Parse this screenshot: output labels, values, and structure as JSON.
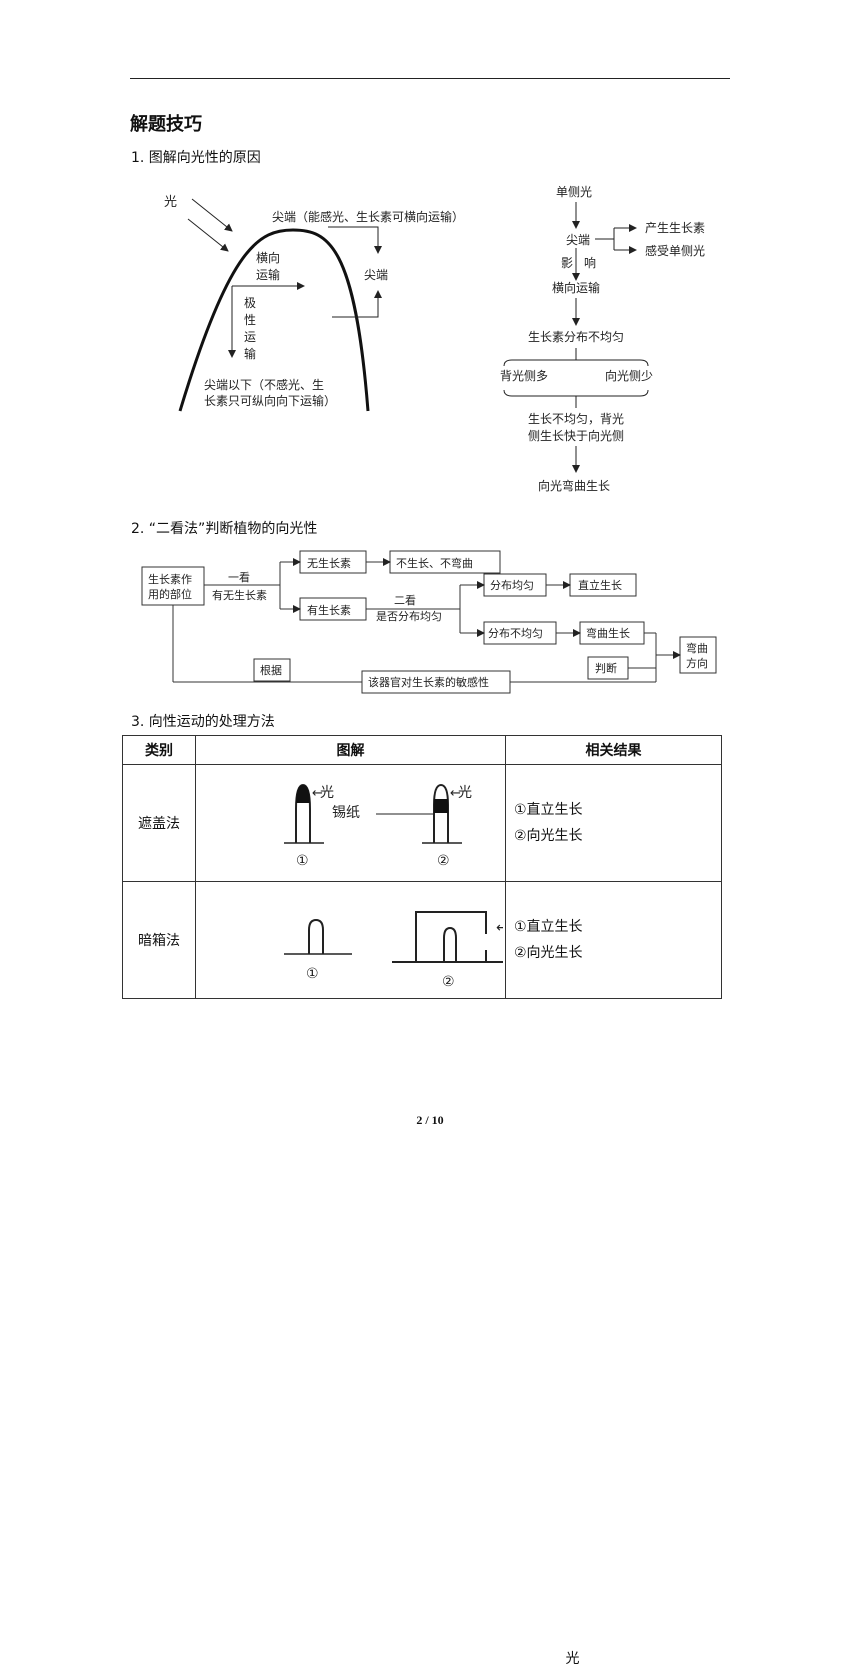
{
  "heading": "解题技巧",
  "section1": {
    "title": "1.   图解向光性的原因",
    "left": {
      "light": "光",
      "tip_note": "尖端（能感光、生长素可横向运输）",
      "lateral_1": "横向",
      "lateral_2": "运输",
      "polar": [
        "极",
        "性",
        "运",
        "输"
      ],
      "tip": "尖端",
      "below_1": "尖端以下（不感光、生",
      "below_2": "长素只可纵向向下运输）"
    },
    "right": {
      "unilateral": "单侧光",
      "tip": "尖端",
      "produce": "产生生长素",
      "sense": "感受单侧光",
      "influence_1": "影",
      "influence_2": "响",
      "lateral": "横向运输",
      "uneven": "生长素分布不均匀",
      "back_more": "背光侧多",
      "front_less": "向光侧少",
      "growth_1": "生长不均匀，背光",
      "growth_2": "侧生长快于向光侧",
      "bend": "向光弯曲生长"
    }
  },
  "section2": {
    "title": "2.   “二看法”判断植物的向光性",
    "site_1": "生长素作",
    "site_2": "用的部位",
    "look1_a": "一看",
    "look1_b": "有无生长素",
    "none": "无生长素",
    "no_grow": "不生长、不弯曲",
    "has": "有生长素",
    "look2_a": "二看",
    "look2_b": "是否分布均匀",
    "even": "分布均匀",
    "upright": "直立生长",
    "uneven": "分布不均匀",
    "bend_grow": "弯曲生长",
    "dir_1": "弯曲",
    "dir_2": "方向",
    "basis": "根据",
    "judge": "判断",
    "sensitivity": "该器官对生长素的敏感性"
  },
  "section3": {
    "title": "3.   向性运动的处理方法",
    "headers": [
      "类别",
      "图解",
      "相关结果"
    ],
    "rows": [
      {
        "category": "遮盖法",
        "light": "光",
        "foil": "锡纸",
        "n1": "①",
        "n2": "②",
        "results": [
          "①直立生长",
          "②向光生长"
        ]
      },
      {
        "category": "暗箱法",
        "light": "光",
        "n1": "①",
        "n2": "②",
        "results": [
          "①直立生长",
          "②向光生长"
        ]
      }
    ]
  },
  "footer": "2 / 10"
}
